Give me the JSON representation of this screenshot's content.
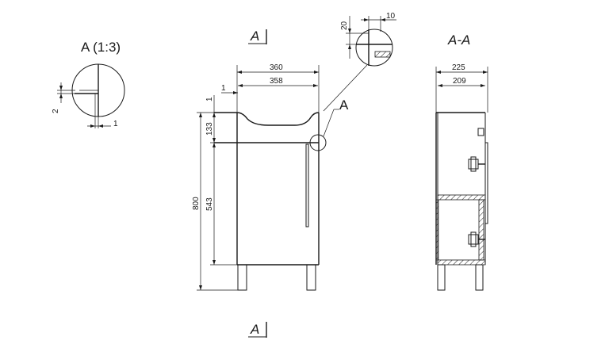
{
  "labels": {
    "detail_title": "A (1:3)",
    "detail_ref": "A",
    "section_marker_top": "A",
    "section_marker_bottom": "A",
    "section_title": "A-A"
  },
  "dimensions": {
    "detail_gap": "2",
    "detail_offset": "1",
    "top_width": "360",
    "inner_width": "358",
    "edge_offset": "1",
    "top_lip": "1",
    "total_height": "800",
    "basin_height": "133",
    "door_height": "543",
    "zoom_height": "20",
    "zoom_width": "10",
    "section_depth": "225",
    "section_inner_depth": "209"
  },
  "colors": {
    "line": "#1a1a1a",
    "background": "#ffffff"
  }
}
